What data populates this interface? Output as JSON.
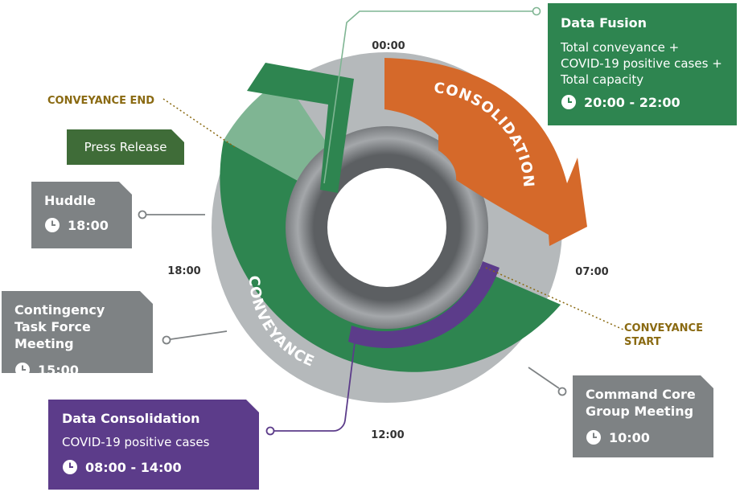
{
  "colors": {
    "conveyance": "#2e8550",
    "conveyance_light": "#7fb593",
    "consolidation": "#d5692a",
    "data_consolidation": "#5c3c8a",
    "track": "#b5b9bb",
    "hub": "#8c8f92",
    "card_gray": "#7e8284",
    "press_release": "#3f6c38",
    "annotation": "#8a6a12"
  },
  "ring": {
    "times": {
      "t0000": "00:00",
      "t0700": "07:00",
      "t1200": "12:00",
      "t1800": "18:00"
    },
    "conveyance_label": "CONVEYANCE",
    "consolidation_label": "CONSOLIDATION"
  },
  "annotations": {
    "conveyance_end": "CONVEYANCE END",
    "conveyance_start_line1": "CONVEYANCE",
    "conveyance_start_line2": "START"
  },
  "cards": {
    "data_fusion": {
      "title": "Data Fusion",
      "description": "Total conveyance + COVID-19 positive cases + Total capacity",
      "time": "20:00 - 22:00",
      "icon": "clock-icon"
    },
    "press_release": {
      "title": "Press Release"
    },
    "huddle": {
      "title": "Huddle",
      "time": "18:00",
      "icon": "clock-icon"
    },
    "contingency": {
      "title": "Contingency Task Force Meeting",
      "time": "15:00",
      "icon": "clock-icon"
    },
    "data_consolidation": {
      "title": "Data Consolidation",
      "description": "COVID-19 positive cases",
      "time": "08:00 - 14:00",
      "icon": "clock-icon"
    },
    "command_core": {
      "title": "Command Core Group Meeting",
      "time": "10:00",
      "icon": "clock-icon"
    }
  }
}
